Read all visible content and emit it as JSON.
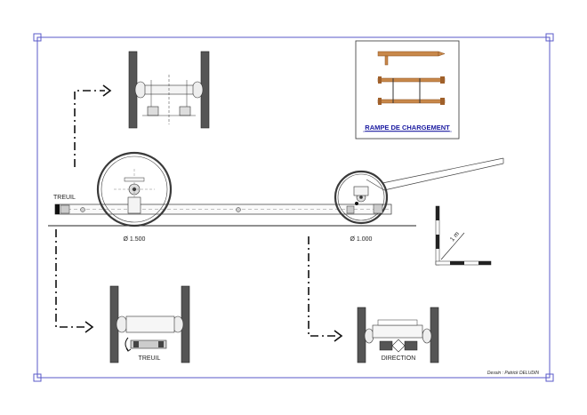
{
  "labels": {
    "treuil_top": "TREUIL",
    "diam_large": "Ø 1.500",
    "diam_small": "Ø 1.000",
    "treuil_detail": "TREUIL",
    "direction_detail": "DIRECTION",
    "rampe_title": "RAMPE DE CHARGEMENT",
    "scale": "1 m",
    "credit": "Dessin : Patrick DELUDIN"
  },
  "colors": {
    "frame": "#5a5ac8",
    "rampe_title": "#1a1aa0",
    "wood": "#c8884a",
    "wood_dark": "#a0602a",
    "tire": "#3a3a3a"
  }
}
